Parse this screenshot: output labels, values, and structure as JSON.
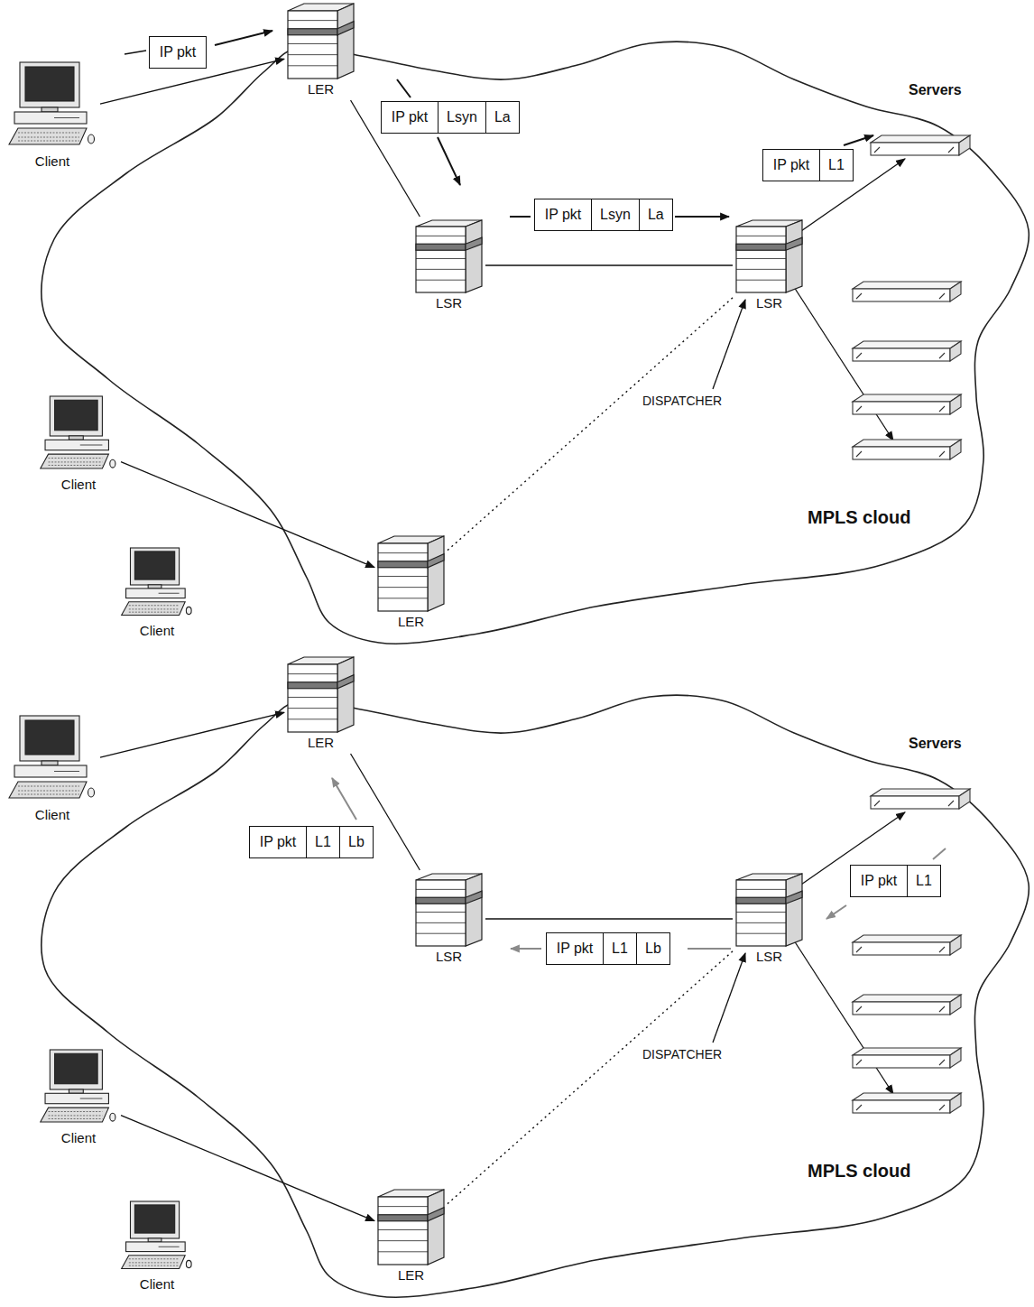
{
  "diagram": {
    "nodes": [
      {
        "text": [
          "LER"
        ]
      },
      {
        "text": [
          "Client"
        ]
      },
      {
        "text": [
          "IP pkt"
        ]
      },
      {
        "text": [
          "IP pkt",
          "Lsyn",
          "La"
        ]
      },
      {
        "text": [
          "IP pkt",
          "L1"
        ]
      },
      {
        "text": [
          "LSR"
        ]
      },
      {
        "text": [
          "IP pkt",
          "Lsyn",
          "La"
        ]
      },
      {
        "text": [
          "LSR"
        ]
      },
      {
        "text": [
          "Client"
        ]
      },
      {
        "text": [
          "LER"
        ]
      },
      {
        "text": [
          "Client"
        ]
      },
      {
        "text": [
          "LER"
        ]
      },
      {
        "text": [
          "Client"
        ]
      },
      {
        "text": [
          "IP pkt",
          "L1",
          "Lb"
        ]
      },
      {
        "text": [
          "LSR"
        ]
      },
      {
        "text": [
          "IP pkt",
          "L1",
          "Lb"
        ]
      },
      {
        "text": [
          "LSR"
        ]
      },
      {
        "text": [
          "IP pkt",
          "L1"
        ]
      },
      {
        "text": [
          "Client"
        ]
      },
      {
        "text": [
          "LER"
        ]
      },
      {
        "text": [
          "Client"
        ]
      }
    ],
    "edges": [
      {
        "from": 1,
        "to": 0,
        "arrow": "to"
      },
      {
        "from": 0,
        "to": 5,
        "arrow": "none"
      },
      {
        "from": 5,
        "to": 7,
        "arrow": "none"
      },
      {
        "from": 9,
        "to": 7,
        "arrow": "none"
      },
      {
        "from": 8,
        "to": 9,
        "arrow": "to"
      },
      {
        "from": 12,
        "to": 11,
        "arrow": "to"
      },
      {
        "from": 11,
        "to": 14,
        "arrow": "none"
      },
      {
        "from": 14,
        "to": 16,
        "arrow": "none"
      },
      {
        "from": 19,
        "to": 16,
        "arrow": "none"
      },
      {
        "from": 18,
        "to": 19,
        "arrow": "to"
      }
    ],
    "labels": [
      "Servers",
      "DISPATCHER",
      "MPLS cloud",
      "Servers",
      "DISPATCHER",
      "MPLS cloud"
    ]
  }
}
